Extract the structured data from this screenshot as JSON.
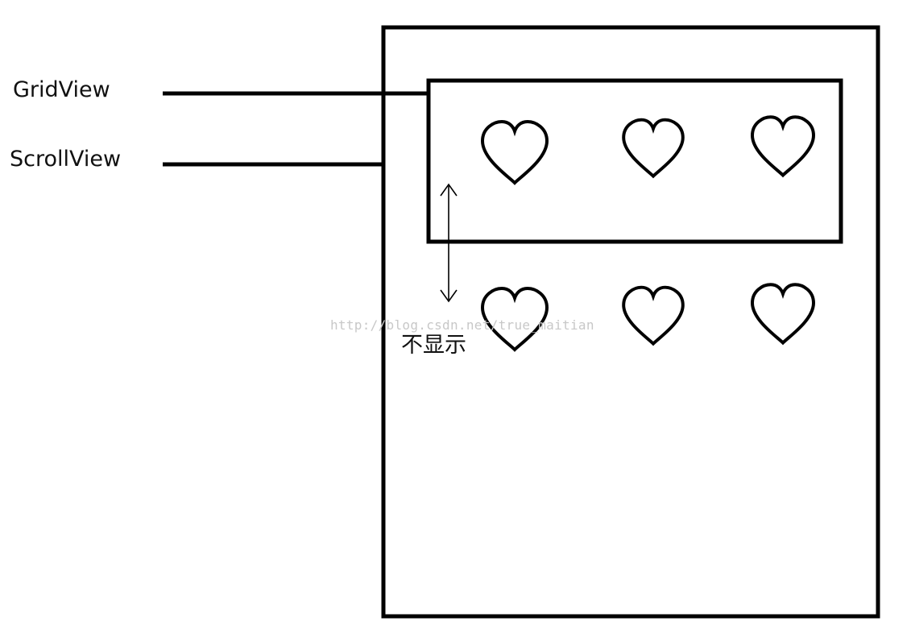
{
  "labels": {
    "gridview": "GridView",
    "scrollview": "ScrollView",
    "hidden": "不显示"
  },
  "watermark": "http://blog.csdn.net/true_maitian",
  "colors": {
    "stroke": "#000000",
    "text": "#111111",
    "watermark": "#c8c8c8",
    "background": "#ffffff"
  },
  "icons": {
    "item": "heart-icon",
    "item_count": 6
  }
}
